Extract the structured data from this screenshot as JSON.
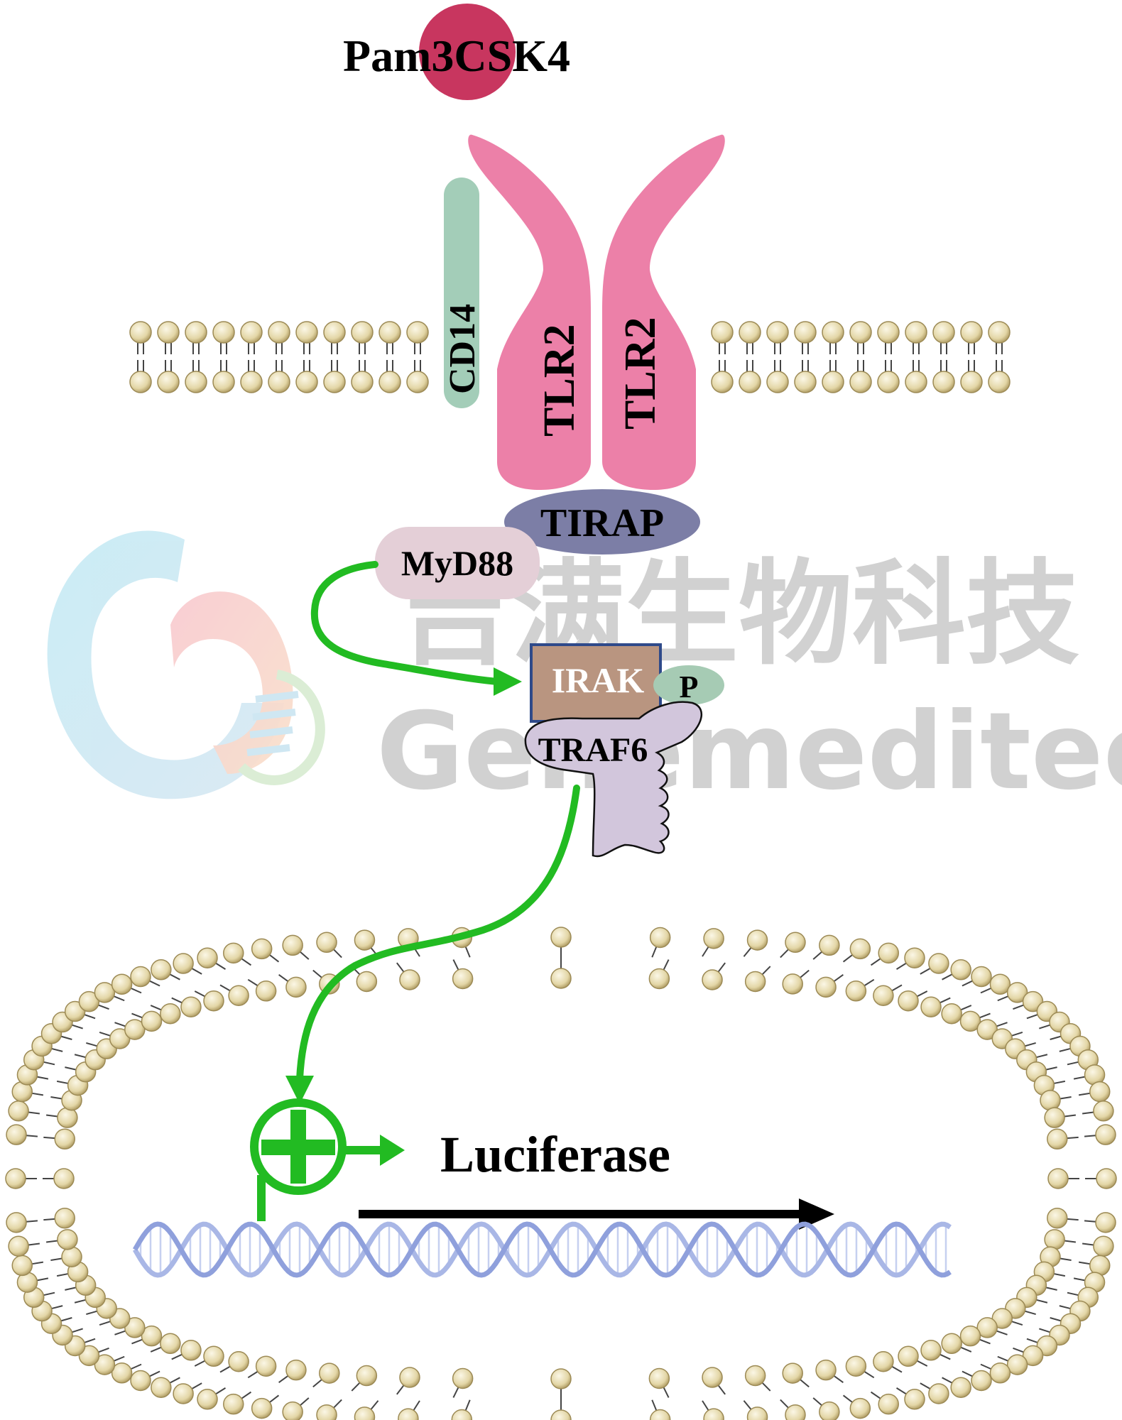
{
  "labels": {
    "ligand": "Pam3CSK4",
    "cd14": "CD14",
    "tlr2_left": "TLR2",
    "tlr2_right": "TLR2",
    "tirap": "TIRAP",
    "myd88": "MyD88",
    "irak": "IRAK",
    "phospho": "P",
    "traf6": "TRAF6",
    "reporter": "Luciferase"
  },
  "watermark": {
    "chinese": "吉满生物科技",
    "english": "Genemeditech"
  },
  "colors": {
    "ligand": "#c8365f",
    "tlr2": "#ec80a8",
    "cd14": "#a3cdb8",
    "tirap": "#7c7ea6",
    "myd88": "#e4cfd7",
    "irak": "#b99580",
    "irak_border": "#2f4a8a",
    "phospho": "#a6cbb4",
    "traf6": "#d2c6dc",
    "signal_arrow": "#22bb22",
    "lipid_head": "#e3d6a6",
    "dna": "#a9b7e6"
  },
  "icons": {
    "promoter": "plus-circle-icon",
    "transcription": "right-arrow-icon"
  }
}
